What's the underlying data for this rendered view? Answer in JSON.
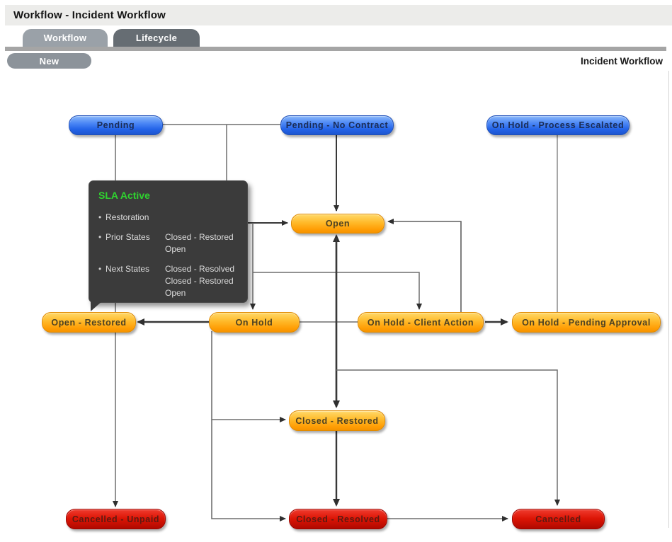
{
  "window": {
    "title": "Workflow - Incident Workflow"
  },
  "tabs": [
    {
      "label": "Workflow",
      "active": true
    },
    {
      "label": "Lifecycle",
      "active": false
    }
  ],
  "toolbar": {
    "new_label": "New",
    "context_label": "Incident Workflow"
  },
  "diagram": {
    "colors": {
      "entry_state": "#2f6df2",
      "active_state": "#ffaf1d",
      "exit_state": "#d40d0d",
      "connector": "#6f6f6f",
      "connector_bold": "#383838"
    },
    "nodes": [
      {
        "id": "pending",
        "label": "Pending",
        "type": "blue"
      },
      {
        "id": "pending-no-contract",
        "label": "Pending - No Contract",
        "type": "blue"
      },
      {
        "id": "on-hold-process-escalated",
        "label": "On Hold - Process Escalated",
        "type": "blue"
      },
      {
        "id": "open",
        "label": "Open",
        "type": "orange"
      },
      {
        "id": "open-restored",
        "label": "Open - Restored",
        "type": "orange"
      },
      {
        "id": "on-hold",
        "label": "On Hold",
        "type": "orange"
      },
      {
        "id": "on-hold-client-action",
        "label": "On Hold - Client Action",
        "type": "orange"
      },
      {
        "id": "on-hold-pending-approval",
        "label": "On Hold - Pending Approval",
        "type": "orange"
      },
      {
        "id": "closed-restored",
        "label": "Closed - Restored",
        "type": "orange"
      },
      {
        "id": "cancelled-unpaid",
        "label": "Cancelled - Unpaid",
        "type": "red"
      },
      {
        "id": "closed-resolved",
        "label": "Closed - Resolved",
        "type": "red"
      },
      {
        "id": "cancelled",
        "label": "Cancelled",
        "type": "red"
      }
    ],
    "tooltip": {
      "title": "SLA Active",
      "title_color": "#2fd32f",
      "rows": [
        {
          "label": "Restoration",
          "values": []
        },
        {
          "label": "Prior States",
          "values": [
            "Closed - Restored",
            "Open"
          ]
        },
        {
          "label": "Next States",
          "values": [
            "Closed - Resolved",
            "Closed - Restored",
            "Open"
          ]
        }
      ]
    }
  }
}
